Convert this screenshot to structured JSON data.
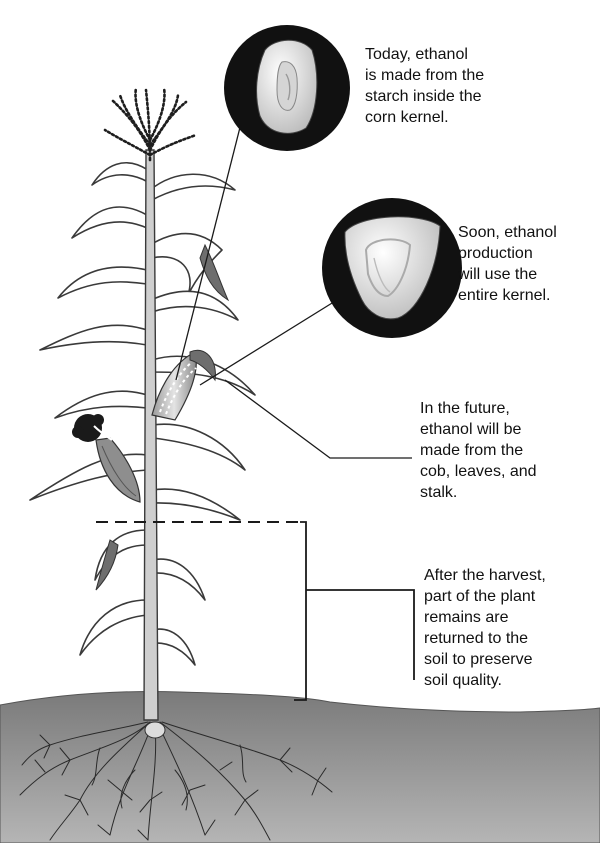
{
  "colors": {
    "ground": "#8e8e8e",
    "leaf_fill": "#ffffff",
    "leaf_stroke": "#3a3a3a",
    "stalk": "#c9c9c9",
    "circle": "#111111",
    "kernel": "#e6e6e6",
    "dark_leaf": "#6e6e6e",
    "root": "#2a2a2a"
  },
  "captions": {
    "today": "Today, ethanol\nis made from the\nstarch inside the\ncorn kernel.",
    "soon": "Soon, ethanol\nproduction\nwill use the\nentire kernel.",
    "future": "In the future,\nethanol will be\nmade from the\ncob, leaves, and\nstalk.",
    "harvest": "After the harvest,\npart of the plant\nremains are\nreturned to the\nsoil to preserve\nsoil quality."
  },
  "icons": {
    "kernel_starch": "kernel-starch-icon",
    "kernel_entire": "kernel-entire-icon"
  }
}
